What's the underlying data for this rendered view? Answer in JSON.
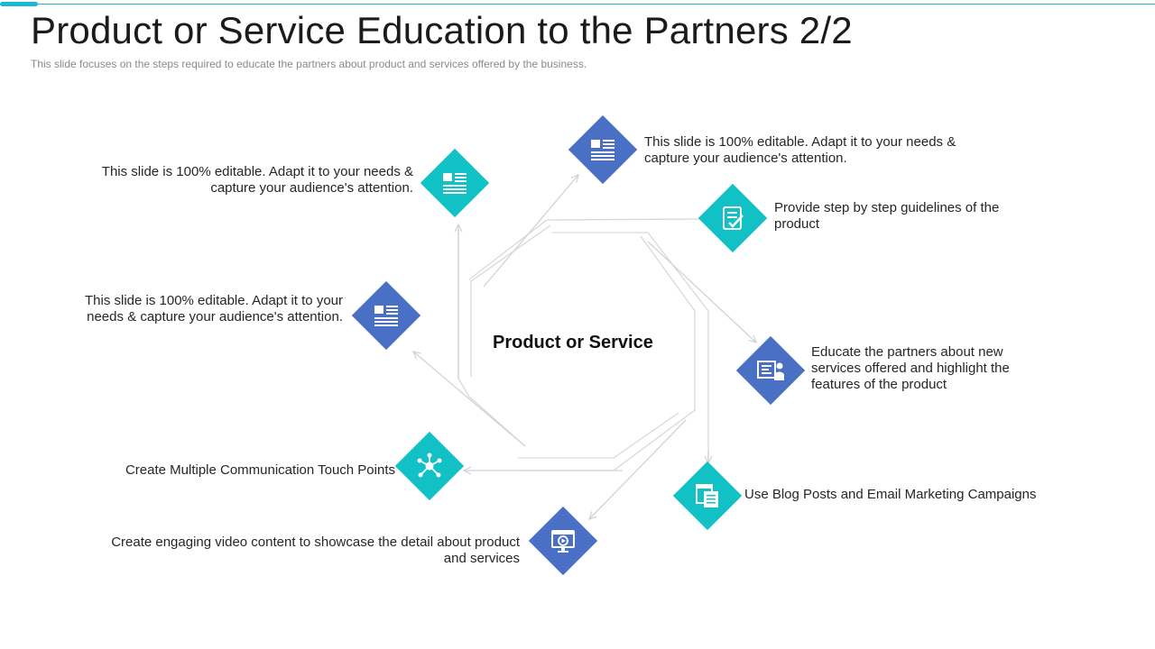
{
  "header": {
    "title": "Product or Service Education to the Partners 2/2",
    "subtitle": "This slide focuses on the steps required to educate the partners about product and services offered by the business."
  },
  "center": {
    "label": "Product or Service"
  },
  "colors": {
    "teal": "#12c1c6",
    "blue": "#4a70c6",
    "accent": "#19b9d3"
  },
  "steps": [
    {
      "text": "This slide is 100% editable. Adapt it to your needs & capture your audience's attention.",
      "icon": "document-list-icon",
      "color": "blue"
    },
    {
      "text": "Provide step by step guidelines of the product",
      "icon": "checklist-icon",
      "color": "teal"
    },
    {
      "text": "Educate the partners about new services offered and highlight the features of the product",
      "icon": "presentation-icon",
      "color": "blue"
    },
    {
      "text": "Use Blog Posts and Email Marketing Campaigns",
      "icon": "blog-post-icon",
      "color": "teal"
    },
    {
      "text": "Create engaging video content to showcase the detail about product and services",
      "icon": "video-play-icon",
      "color": "blue"
    },
    {
      "text": "Create Multiple Communication Touch Points",
      "icon": "network-icon",
      "color": "teal"
    },
    {
      "text": "This slide is 100% editable. Adapt it to your needs & capture your audience's attention.",
      "icon": "document-list-icon",
      "color": "blue"
    },
    {
      "text": "This slide is 100% editable. Adapt it to your needs & capture your audience's attention.",
      "icon": "document-list-icon",
      "color": "teal"
    }
  ]
}
